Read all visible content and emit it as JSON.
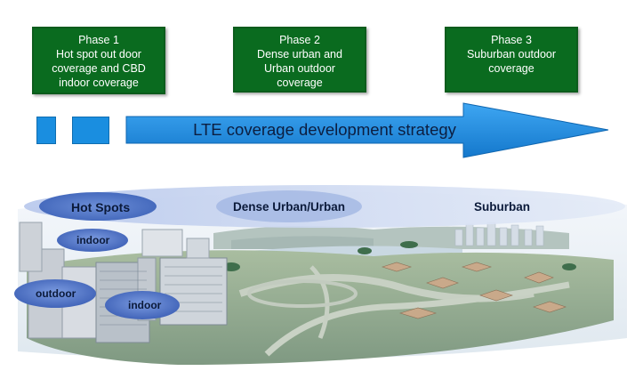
{
  "phases": [
    {
      "title": "Phase 1",
      "desc": "Hot spot out door\ncoverage  and CBD\nindoor coverage"
    },
    {
      "title": "Phase 2",
      "desc": "Dense urban and\nUrban outdoor\ncoverage"
    },
    {
      "title": "Phase 3",
      "desc": "Suburban outdoor\ncoverage"
    }
  ],
  "arrow": {
    "label": "LTE coverage development strategy"
  },
  "zones": {
    "hot_spots": "Hot Spots",
    "dense_urban": "Dense Urban/Urban",
    "suburban": "Suburban"
  },
  "coverage": {
    "indoor_top": "indoor",
    "outdoor": "outdoor",
    "indoor_bottom": "indoor"
  },
  "colors": {
    "phase_box": "#0a6b1f",
    "arrow": "#1a8ee0",
    "ellipse": "#c9d6f0",
    "hotspot_ellipse": "#4a72c8"
  }
}
